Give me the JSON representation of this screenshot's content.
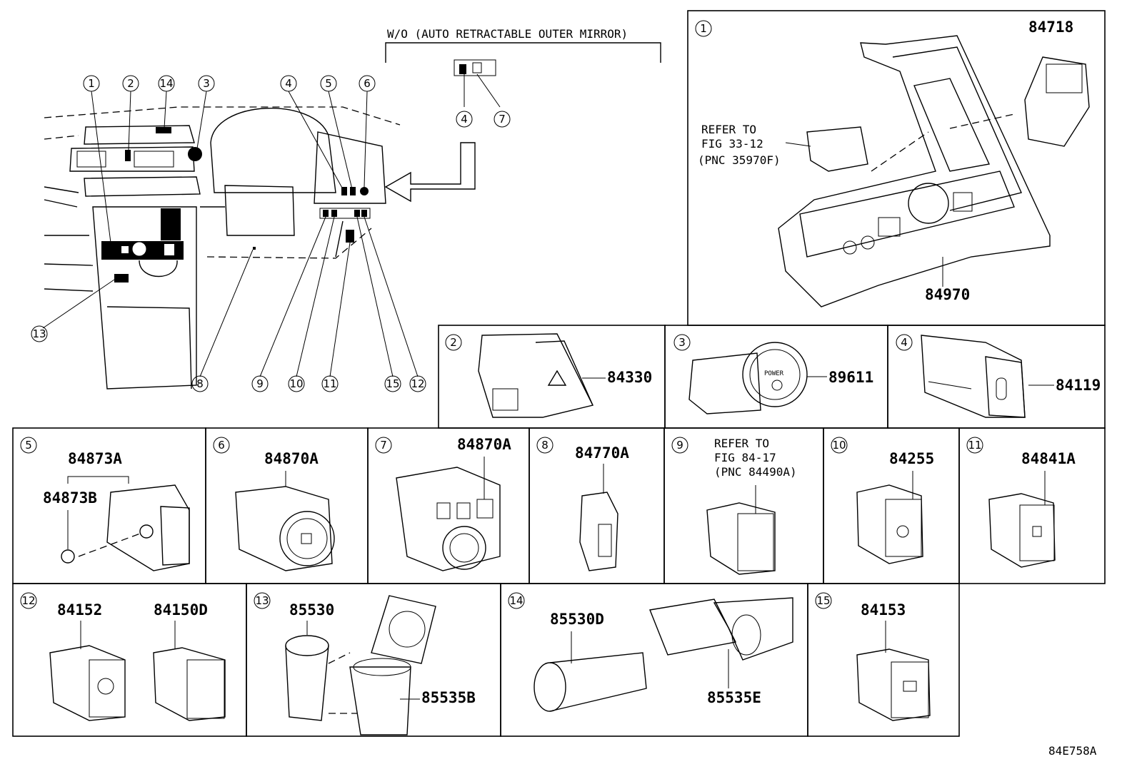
{
  "diagram": {
    "figure_code": "84E758A",
    "wo_caption": "W/O (AUTO RETRACTABLE OUTER MIRROR)",
    "overview_callouts": [
      "1",
      "2",
      "14",
      "3",
      "4",
      "5",
      "6",
      "4",
      "7",
      "13",
      "8",
      "9",
      "10",
      "11",
      "15",
      "12"
    ],
    "panels": [
      {
        "num": "1",
        "parts": [
          "84718",
          "84970"
        ],
        "refer": [
          "REFER TO",
          "FIG 33-12",
          "(PNC 35970F)"
        ]
      },
      {
        "num": "2",
        "parts": [
          "84330"
        ]
      },
      {
        "num": "3",
        "parts": [
          "89611"
        ],
        "label": "POWER"
      },
      {
        "num": "4",
        "parts": [
          "84119"
        ]
      },
      {
        "num": "5",
        "parts": [
          "84873A",
          "84873B"
        ]
      },
      {
        "num": "6",
        "parts": [
          "84870A"
        ]
      },
      {
        "num": "7",
        "parts": [
          "84870A"
        ]
      },
      {
        "num": "8",
        "parts": [
          "84770A"
        ]
      },
      {
        "num": "9",
        "refer": [
          "REFER TO",
          "FIG 84-17",
          "(PNC 84490A)"
        ]
      },
      {
        "num": "10",
        "parts": [
          "84255"
        ]
      },
      {
        "num": "11",
        "parts": [
          "84841A"
        ]
      },
      {
        "num": "12",
        "parts": [
          "84152",
          "84150D"
        ]
      },
      {
        "num": "13",
        "parts": [
          "85530",
          "85535B"
        ]
      },
      {
        "num": "14",
        "parts": [
          "85530D",
          "85535E"
        ]
      },
      {
        "num": "15",
        "parts": [
          "84153"
        ]
      }
    ]
  }
}
